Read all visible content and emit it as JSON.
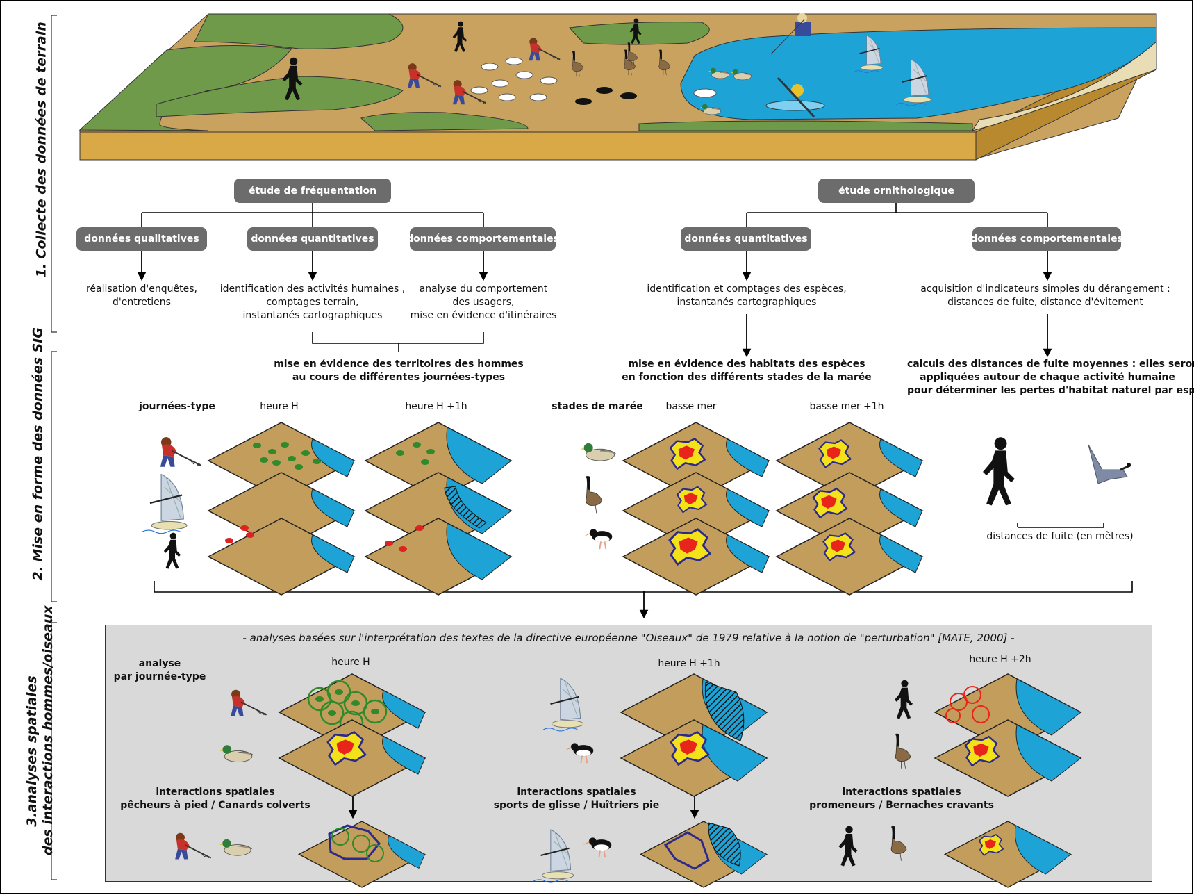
{
  "sections": {
    "s1": "1. Collecte des données de terrain",
    "s2": "2. Mise en forme des données SIG",
    "s3_line1": "3.analyses spatiales",
    "s3_line2": "des interactions hommes/oiseaux"
  },
  "collecte": {
    "frequentation": "étude de fréquentation",
    "ornithologique": "étude ornithologique",
    "freq_qualitatives": "données qualitatives",
    "freq_quantitatives": "données quantitatives",
    "freq_comportementales": "données comportementales",
    "orni_quantitatives": "données quantitatives",
    "orni_comportementales": "données comportementales",
    "desc_qualitatives": [
      "réalisation d'enquêtes,",
      "d'entretiens"
    ],
    "desc_freq_quant": [
      "identification des activités humaines ,",
      "comptages terrain,",
      "instantanés cartographiques"
    ],
    "desc_freq_comp": [
      "analyse du comportement",
      "des usagers,",
      "mise en évidence d'itinéraires"
    ],
    "desc_orni_quant": [
      "identification et comptages des espèces,",
      "instantanés cartographiques"
    ],
    "desc_orni_comp": [
      "acquisition d'indicateurs simples du dérangement :",
      "distances de fuite, distance d'évitement"
    ]
  },
  "sig": {
    "territoires": [
      "mise en évidence des territoires des hommes",
      "au cours de différentes journées-types"
    ],
    "habitats": [
      "mise en évidence des habitats des espèces",
      "en fonction des différents stades de la marée"
    ],
    "calculs": [
      "calculs des distances de fuite moyennes : elles seront",
      "appliquées autour de chaque activité humaine",
      "pour déterminer les pertes d'habitat naturel par espèce"
    ],
    "journees_type": "journées-type",
    "heure_h": "heure H",
    "heure_h1": "heure H +1h",
    "stades_maree": "stades de marée",
    "basse_mer": "basse mer",
    "basse_mer1": "basse mer +1h",
    "distances_fuite": "distances de fuite (en mètres)"
  },
  "analyses": {
    "header": "- analyses basées sur l'interprétation des textes de la directive européenne \"Oiseaux\" de 1979 relative à la notion de \"perturbation\" [MATE, 2000] -",
    "par_journee": [
      "analyse",
      "par journée-type"
    ],
    "heure_h": "heure H",
    "heure_h1": "heure H +1h",
    "heure_h2": "heure H +2h",
    "inter1": [
      "interactions spatiales",
      "pêcheurs à pied / Canards colverts"
    ],
    "inter2": [
      "interactions spatiales",
      "sports de glisse / Huîtriers pie"
    ],
    "inter3": [
      "interactions spatiales",
      "promeneurs / Bernaches cravants"
    ]
  },
  "colors": {
    "sand": "#c29d5c",
    "water": "#1ea3d6",
    "grass": "#6e9a4a",
    "pill": "#6c6c6c",
    "panel": "#d9d9d9",
    "habitat_core": "#e8241b",
    "habitat_edge": "#f3e21a",
    "habitat_outline": "#2b2a8c"
  }
}
